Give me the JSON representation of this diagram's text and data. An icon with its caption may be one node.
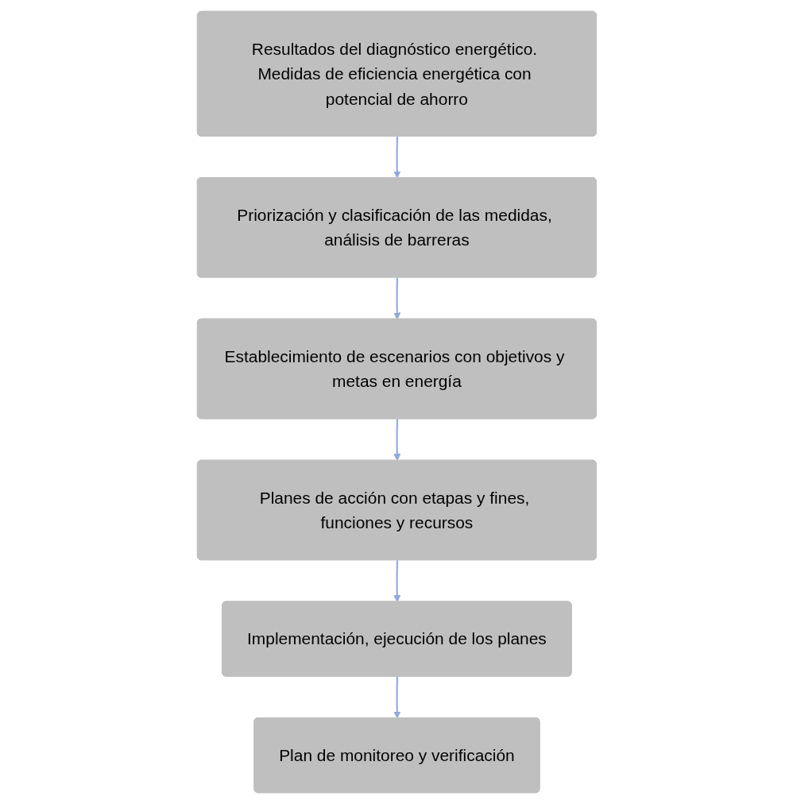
{
  "diagram": {
    "nodes": [
      {
        "text": [
          "Resultados del diagnóstico energético. Medidas de eficiencia energética con potencial de ahorro"
        ]
      },
      {
        "text": [
          "Priorización y clasificación de las medidas, análisis de barreras"
        ]
      },
      {
        "text": [
          "Establecimiento de escenarios con objetivos y metas en energía"
        ]
      },
      {
        "text": [
          "Planes de acción con etapas y fines, funciones y recursos"
        ]
      },
      {
        "text": [
          "Implementación, ejecución de los planes"
        ]
      },
      {
        "text": [
          "Plan de monitoreo y verificación"
        ]
      }
    ],
    "edges": [
      {
        "from": 0,
        "to": 1,
        "arrow": "to"
      },
      {
        "from": 1,
        "to": 2,
        "arrow": "to"
      },
      {
        "from": 2,
        "to": 3,
        "arrow": "to"
      },
      {
        "from": 3,
        "to": 4,
        "arrow": "to"
      },
      {
        "from": 4,
        "to": 5,
        "arrow": "to"
      }
    ]
  }
}
